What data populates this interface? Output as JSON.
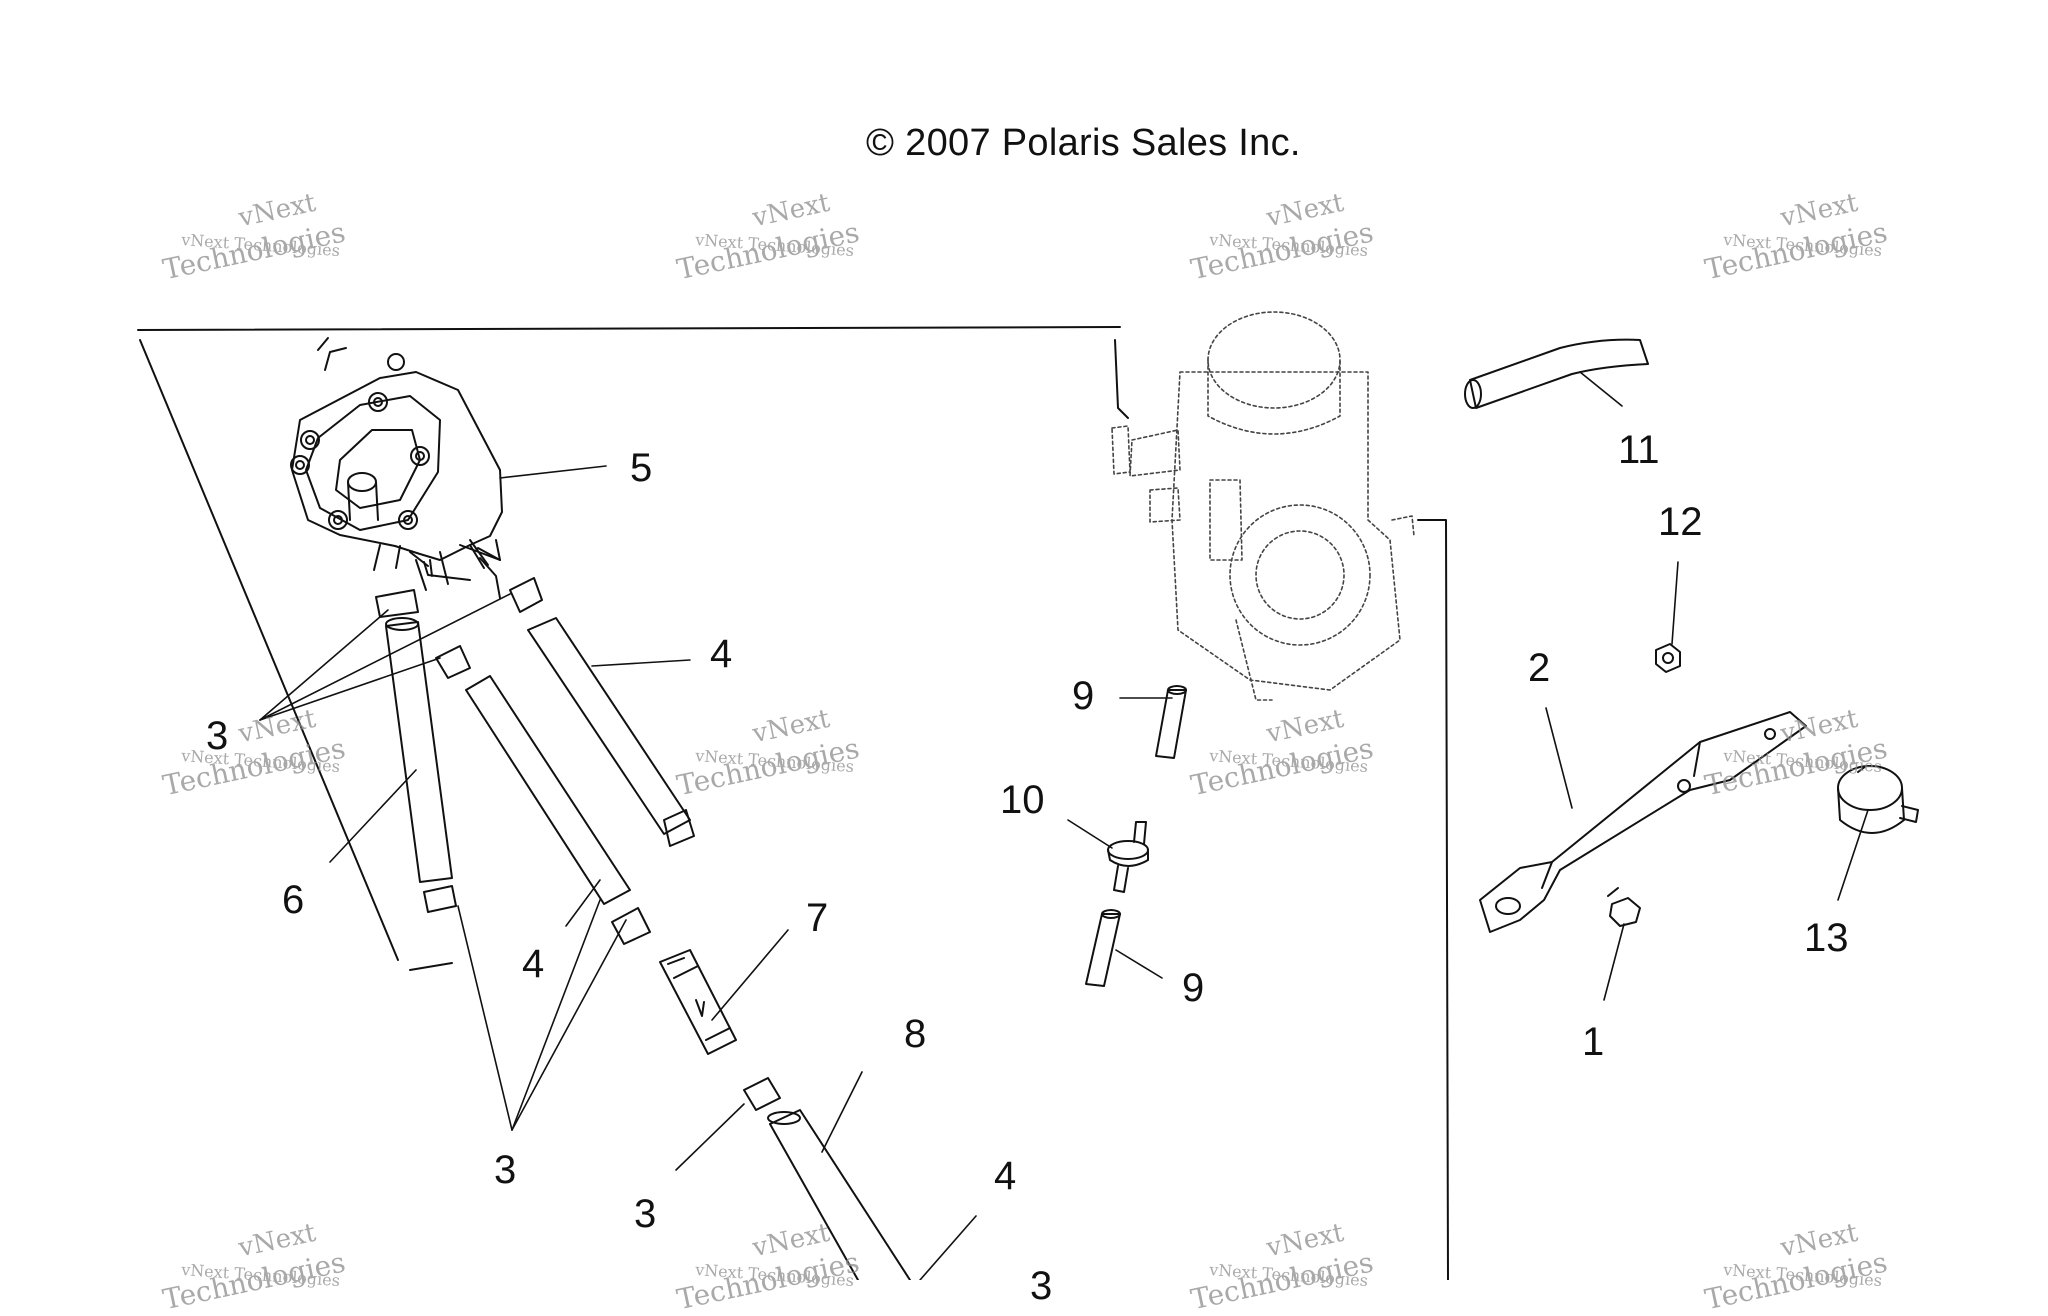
{
  "copyright": "2007 Polaris Sales Inc.",
  "watermark": {
    "brand_line": "vNext",
    "small_line": "vNext Technologies",
    "large_line": "Technologies"
  },
  "callouts": {
    "c1": "1",
    "c2": "2",
    "c3a": "3",
    "c3b": "3",
    "c3c": "3",
    "c3d": "3",
    "c4a": "4",
    "c4b": "4",
    "c4c": "4",
    "c5": "5",
    "c6": "6",
    "c7": "7",
    "c8": "8",
    "c9a": "9",
    "c9b": "9",
    "c10": "10",
    "c11": "11",
    "c12": "12",
    "c13": "13"
  },
  "colors": {
    "line": "#111111",
    "ghost": "#444444",
    "watermark": "#8d8d8d"
  }
}
